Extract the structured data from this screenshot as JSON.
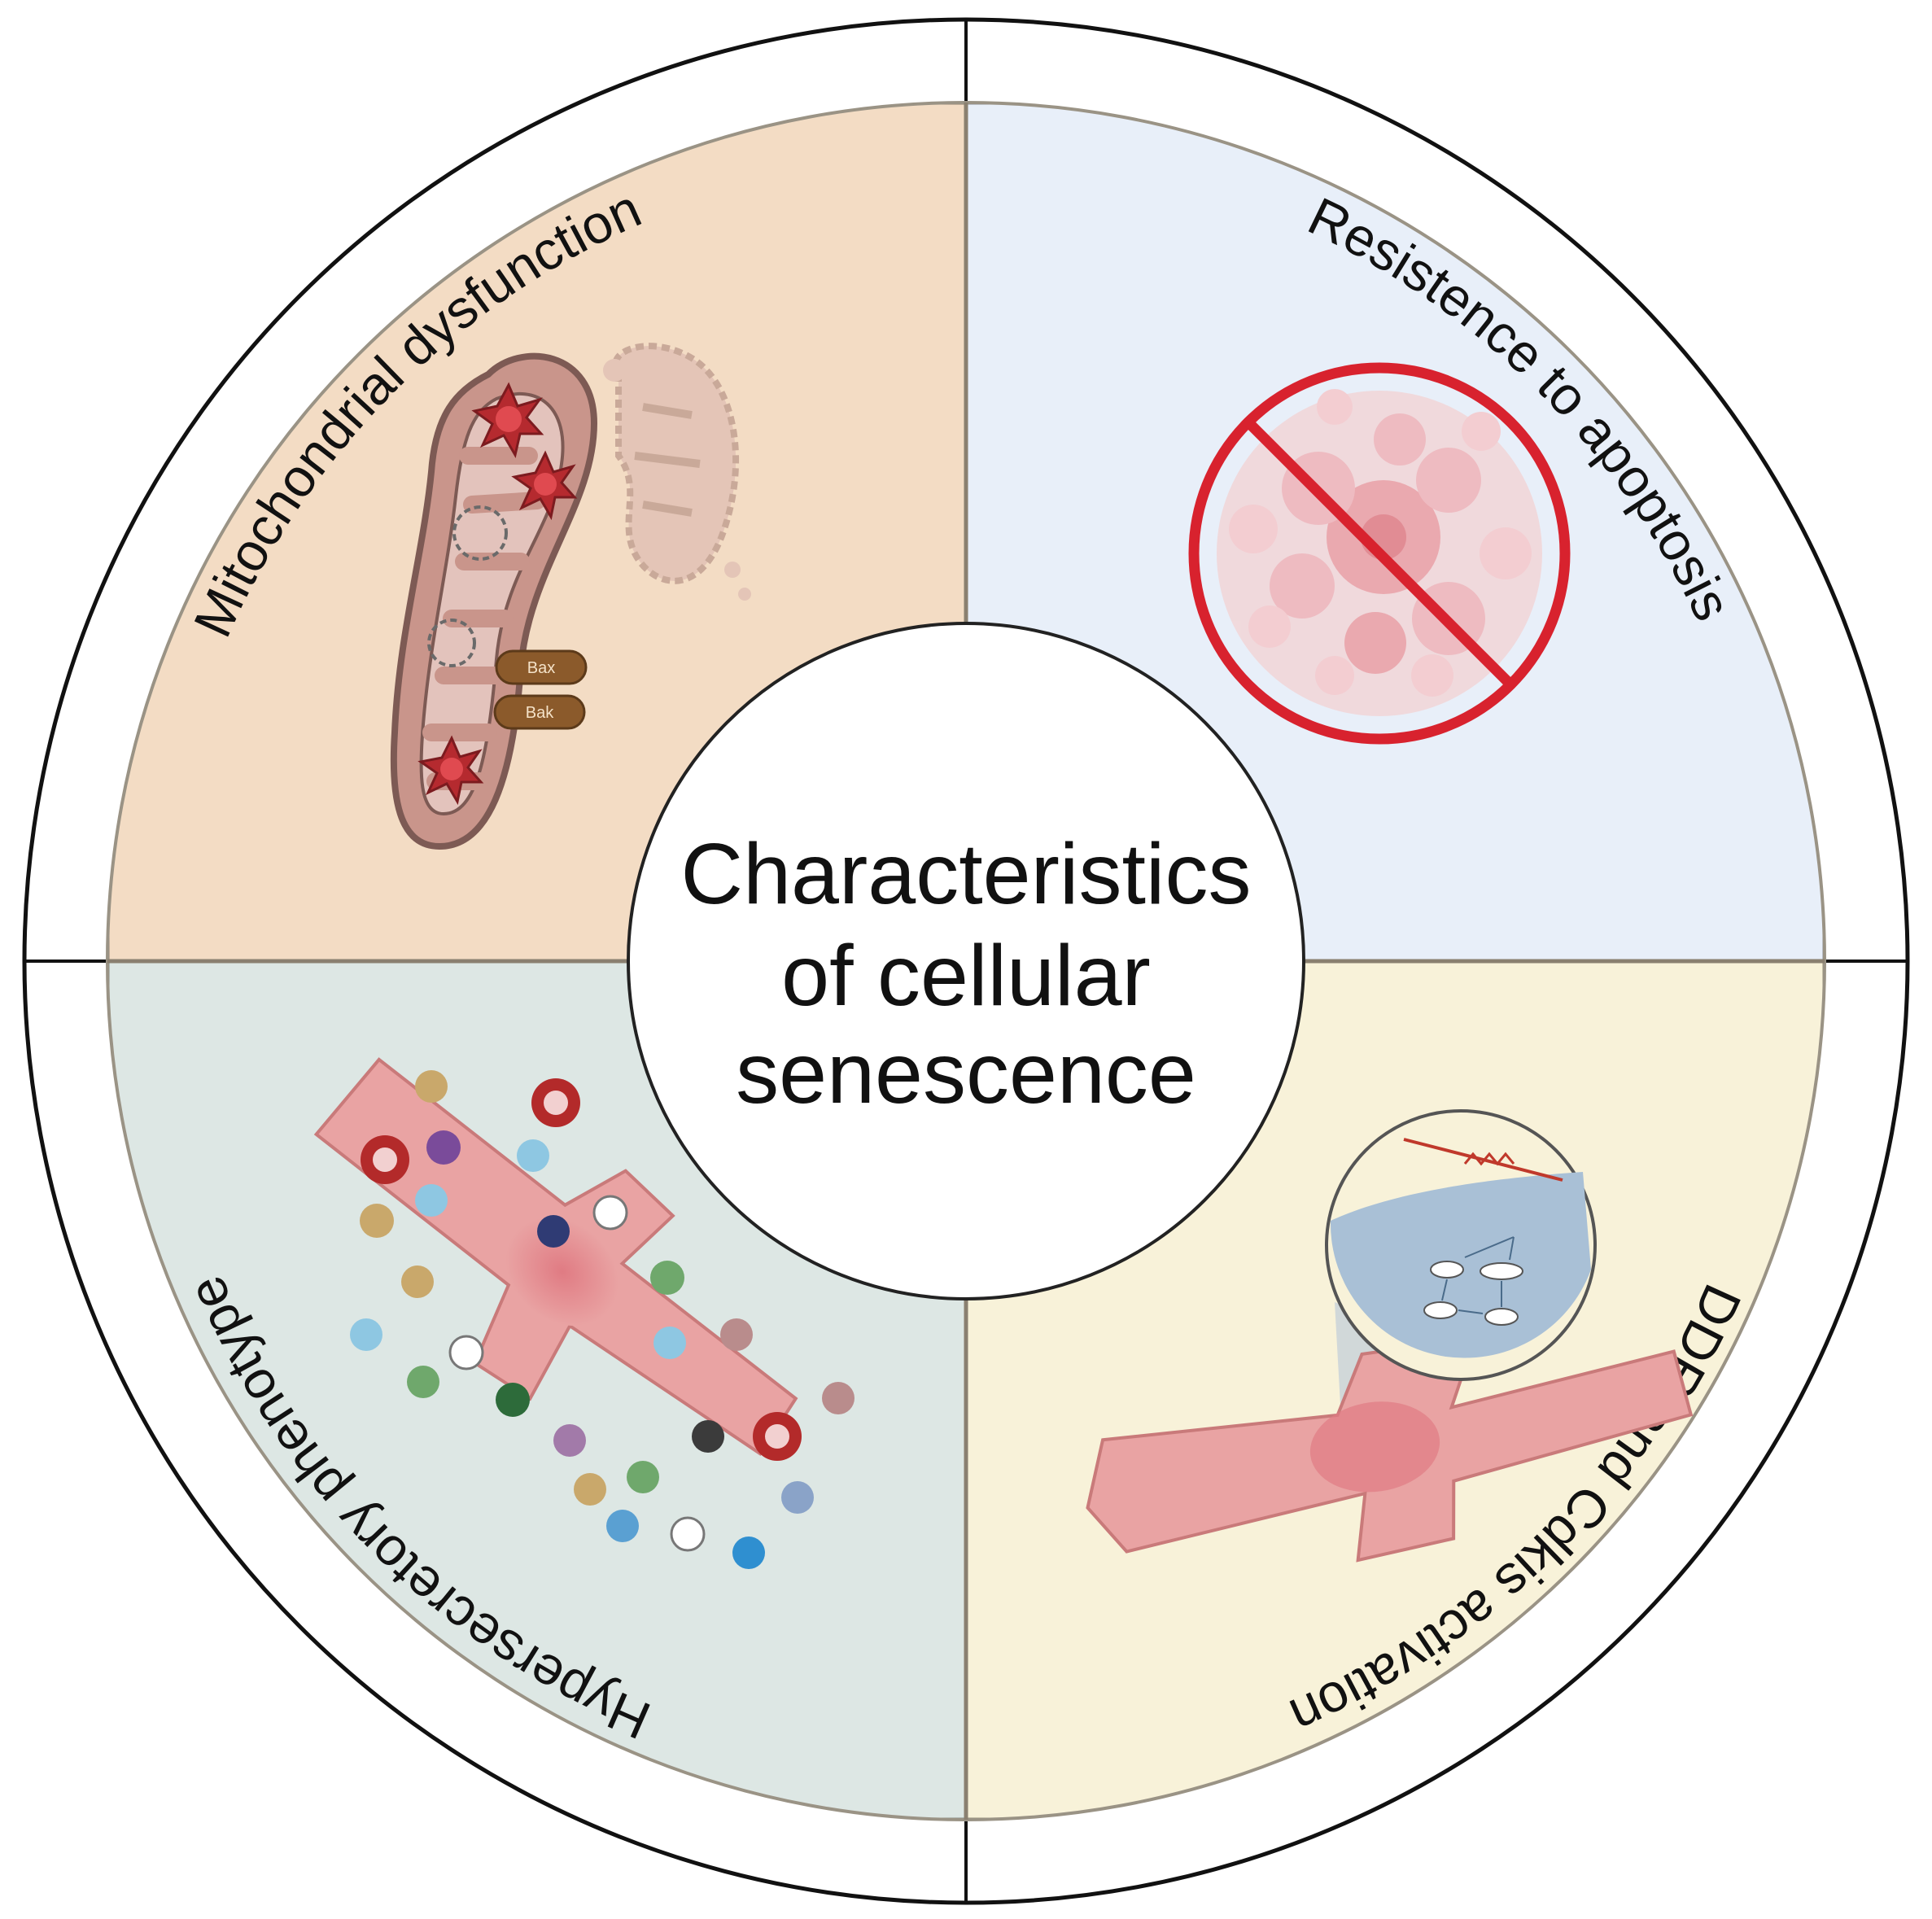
{
  "center": {
    "lines": [
      "Characteristics",
      "of cellular",
      "senescence"
    ]
  },
  "quadrants": {
    "top_left": {
      "label": "Mitochondrial dysfunction",
      "fill": "#f3dcc4"
    },
    "top_right": {
      "label": "Resistence to apoptosis",
      "fill": "#e8eff9"
    },
    "bottom_left": {
      "label": "Hypersecretory phenotype",
      "fill": "#dde7e4"
    },
    "bottom_right": {
      "label": "DDR and Cdkis activation",
      "fill": "#f8f2d9"
    }
  },
  "illustrations": {
    "mitochondria": {
      "protein_labels": [
        "Bax",
        "Bak"
      ]
    },
    "no_apoptosis_sign_color": "#d8222e",
    "cell_color": "#e9a3a3",
    "secreted_particle_colors": [
      "#c9a86b",
      "#7a4b9a",
      "#8ec7e2",
      "#2f3b74",
      "#6fa86c",
      "#2d6b3a",
      "#a27aa9",
      "#b98c8c",
      "#5aa0d2",
      "#3b3b3b",
      "#b32a2a"
    ]
  }
}
